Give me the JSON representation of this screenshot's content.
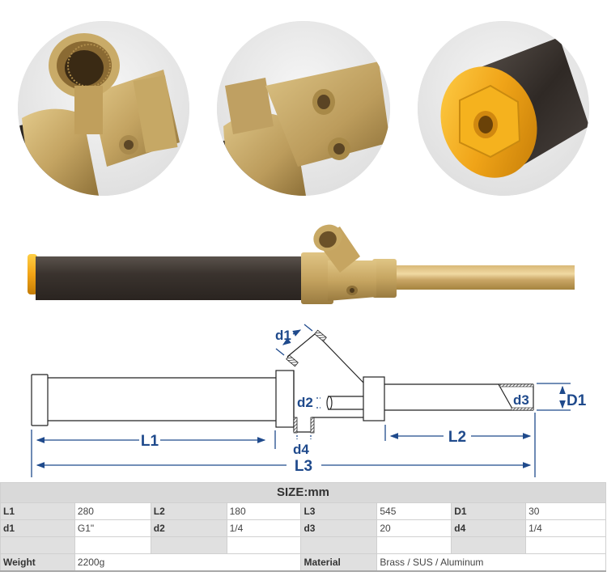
{
  "photos": [
    {
      "name": "brass-tee-fitting-closeup",
      "description": "Brass tee body with G1 inch female port and small 1/4 side port"
    },
    {
      "name": "brass-body-side-ports-closeup",
      "description": "Brass body showing two 1/4 threaded side ports"
    },
    {
      "name": "aluminum-end-cap-closeup",
      "description": "Gold anodized aluminum hex end cap with threaded center hole"
    }
  ],
  "colors": {
    "dimension_blue": "#1f4a8c",
    "brass": "#c9a865",
    "tube_dark": "#3d3630",
    "end_cap_gold": "#f0a818",
    "table_header_bg": "#d9d9d9",
    "table_label_bg": "#e0e0e0"
  },
  "drawing": {
    "labels": {
      "d1": "d1",
      "d2": "d2",
      "d3": "d3",
      "d4": "d4",
      "D1": "D1",
      "L1": "L1",
      "L2": "L2",
      "L3": "L3"
    }
  },
  "table": {
    "title": "SIZE:mm",
    "rows": [
      [
        {
          "k": "L1",
          "v": "280"
        },
        {
          "k": "L2",
          "v": "180"
        },
        {
          "k": "L3",
          "v": "545"
        },
        {
          "k": "D1",
          "v": "30"
        }
      ],
      [
        {
          "k": "d1",
          "v": "G1\""
        },
        {
          "k": "d2",
          "v": "1/4"
        },
        {
          "k": "d3",
          "v": "20"
        },
        {
          "k": "d4",
          "v": "1/4"
        }
      ],
      [
        {
          "k": "",
          "v": ""
        },
        {
          "k": "",
          "v": ""
        },
        {
          "k": "",
          "v": ""
        },
        {
          "k": "",
          "v": ""
        }
      ]
    ],
    "weight_label": "Weight",
    "weight_value": "2200g",
    "material_label": "Material",
    "material_value": "Brass / SUS / Aluminum"
  }
}
